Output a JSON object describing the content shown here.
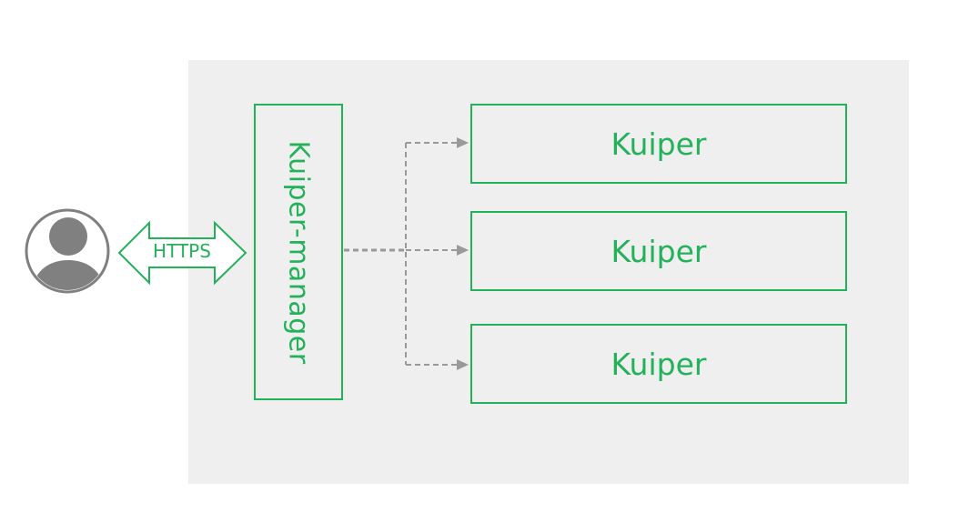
{
  "colors": {
    "accent": "#23b25a",
    "panel": "#efefef",
    "connector": "#999999",
    "user": "#808080"
  },
  "user": {
    "icon": "user-avatar-icon"
  },
  "connection": {
    "label": "HTTPS"
  },
  "manager": {
    "label": "Kuiper-manager"
  },
  "instances": [
    {
      "label": "Kuiper"
    },
    {
      "label": "Kuiper"
    },
    {
      "label": "Kuiper"
    }
  ]
}
